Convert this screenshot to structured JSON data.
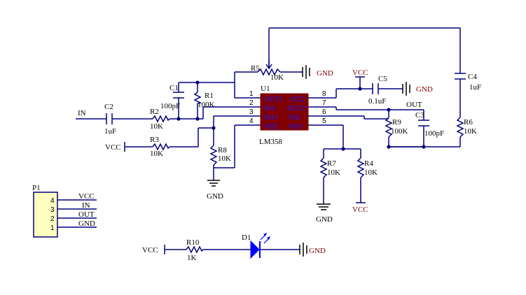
{
  "colors": {
    "wire": "#000080",
    "ic_body": "#800000",
    "ic_text": "#1a1aff",
    "led": "#0000ff"
  },
  "components": {
    "r1": {
      "ref": "R1",
      "value": "100K"
    },
    "r2": {
      "ref": "R2",
      "value": "10K"
    },
    "r3": {
      "ref": "R3",
      "value": "10K"
    },
    "r4": {
      "ref": "R4",
      "value": "10K"
    },
    "r5": {
      "ref": "R5",
      "value": "10K"
    },
    "r6": {
      "ref": "R6",
      "value": "10K"
    },
    "r7": {
      "ref": "R7",
      "value": "10K"
    },
    "r8": {
      "ref": "R8",
      "value": "10K"
    },
    "r9": {
      "ref": "R9",
      "value": "100K"
    },
    "r10": {
      "ref": "R10",
      "value": "1K"
    },
    "c1": {
      "ref": "C1",
      "value": "100pF"
    },
    "c2": {
      "ref": "C2",
      "value": "1uF"
    },
    "c3": {
      "ref": "C3",
      "value": "100pF"
    },
    "c4": {
      "ref": "C4",
      "value": "1uF"
    },
    "c5": {
      "ref": "C5",
      "value": "0.1uF"
    },
    "d1": {
      "ref": "D1"
    },
    "u1": {
      "ref": "U1",
      "value": "LM358"
    },
    "p1": {
      "ref": "P1"
    }
  },
  "ic_pins": {
    "left_numbers": [
      "1",
      "2",
      "3",
      "4"
    ],
    "right_numbers": [
      "8",
      "7",
      "6",
      "5"
    ],
    "left_names": [
      "OUT1",
      "IN1-",
      "IN1+",
      "VEE"
    ],
    "right_names": [
      "VCC",
      "OUT2",
      "IN2-",
      "IN2+"
    ]
  },
  "header_pins": {
    "numbers": [
      "4",
      "3",
      "2",
      "1"
    ],
    "names": [
      "VCC",
      "IN",
      "OUT",
      "GND"
    ]
  },
  "nets": {
    "in": "IN",
    "out": "OUT",
    "vcc": "VCC",
    "gnd": "GND"
  }
}
